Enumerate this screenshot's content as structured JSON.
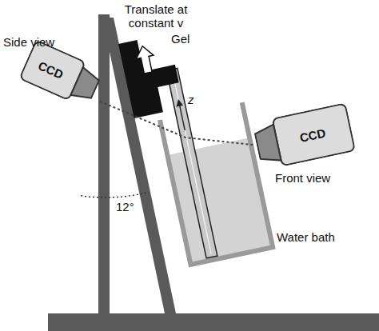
{
  "diagram": {
    "nodes": [
      {
        "text": [
          "CCD"
        ]
      },
      {
        "text": [
          "CCD"
        ]
      }
    ],
    "edges": [
      {
        "from": 0,
        "to": 1,
        "arrow": "none"
      }
    ],
    "labels": [
      "Side view",
      "Translate at constant v",
      "Gel",
      "z",
      "12°",
      "Front view",
      "Water bath"
    ]
  }
}
